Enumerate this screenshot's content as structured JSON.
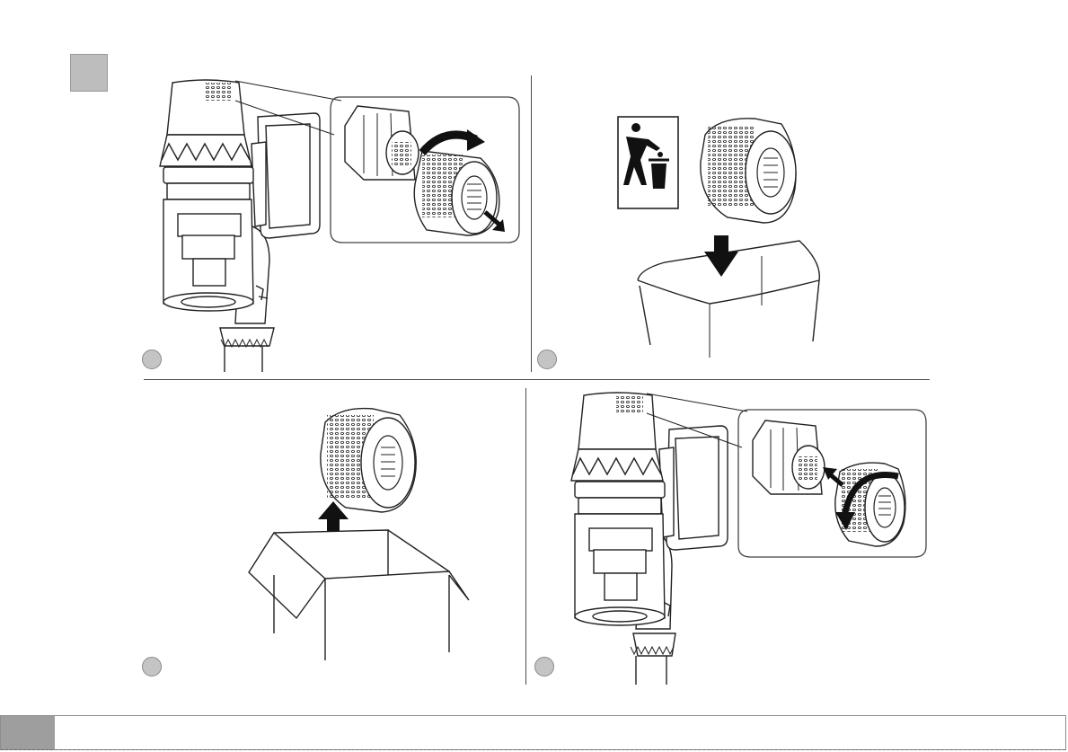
{
  "page": {
    "marker_color": "#bdbdbd",
    "footer_tab_color": "#9e9e9e",
    "line_color": "#222222"
  },
  "steps": [
    {
      "id": "step-1",
      "illustration": "vacuum-filter-twist-remove",
      "badge_color": "#c4c4c4"
    },
    {
      "id": "step-2",
      "illustration": "discard-filter-in-bin",
      "badge_color": "#c4c4c4"
    },
    {
      "id": "step-3",
      "illustration": "new-filter-from-box",
      "badge_color": "#c4c4c4"
    },
    {
      "id": "step-4",
      "illustration": "vacuum-filter-insert-twist",
      "badge_color": "#c4c4c4"
    }
  ],
  "icons": [
    "recycle-bin-icon",
    "arrow-down-icon",
    "arrow-up-icon",
    "rotate-arrow-icon"
  ]
}
